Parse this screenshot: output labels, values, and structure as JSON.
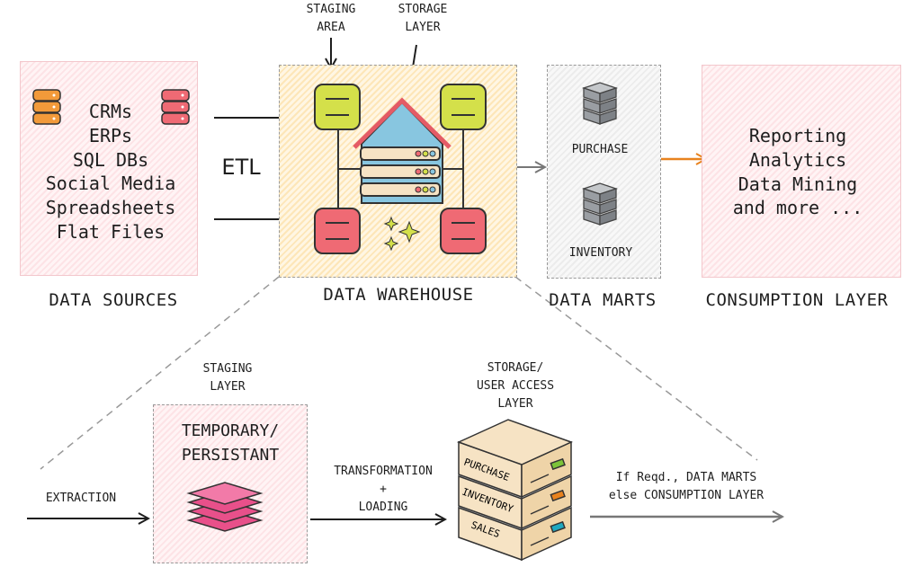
{
  "top": {
    "sources": {
      "items": [
        "CRMs",
        "ERPs",
        "SQL DBs",
        "Social Media",
        "Spreadsheets",
        "Flat Files"
      ],
      "label": "DATA SOURCES"
    },
    "etl": "ETL",
    "warehouse": {
      "label": "DATA WAREHOUSE",
      "staging_area": [
        "STAGING",
        "AREA"
      ],
      "storage_layer": [
        "STORAGE",
        "LAYER"
      ]
    },
    "marts": {
      "label": "DATA MARTS",
      "purchase": "PURCHASE",
      "inventory": "INVENTORY"
    },
    "consumption": {
      "items": [
        "Reporting",
        "Analytics",
        "Data Mining",
        "and more ..."
      ],
      "label": "CONSUMPTION LAYER"
    }
  },
  "bottom": {
    "extraction": "EXTRACTION",
    "staging_layer": [
      "STAGING",
      "LAYER"
    ],
    "temp_persist": [
      "TEMPORARY/",
      "PERSISTANT"
    ],
    "transform": [
      "TRANSFORMATION",
      "+",
      "LOADING"
    ],
    "storage_access": [
      "STORAGE/",
      "USER ACCESS",
      "LAYER"
    ],
    "stack": [
      "PURCHASE",
      "INVENTORY",
      "SALES"
    ],
    "next": [
      "If Reqd., DATA MARTS",
      "else CONSUMPTION LAYER"
    ]
  },
  "colors": {
    "orange_arrow": "#e8821e",
    "green": "#d4e04a",
    "red": "#ef6a74",
    "blue": "#88c6e0",
    "pink_layers": "#e8508a"
  }
}
